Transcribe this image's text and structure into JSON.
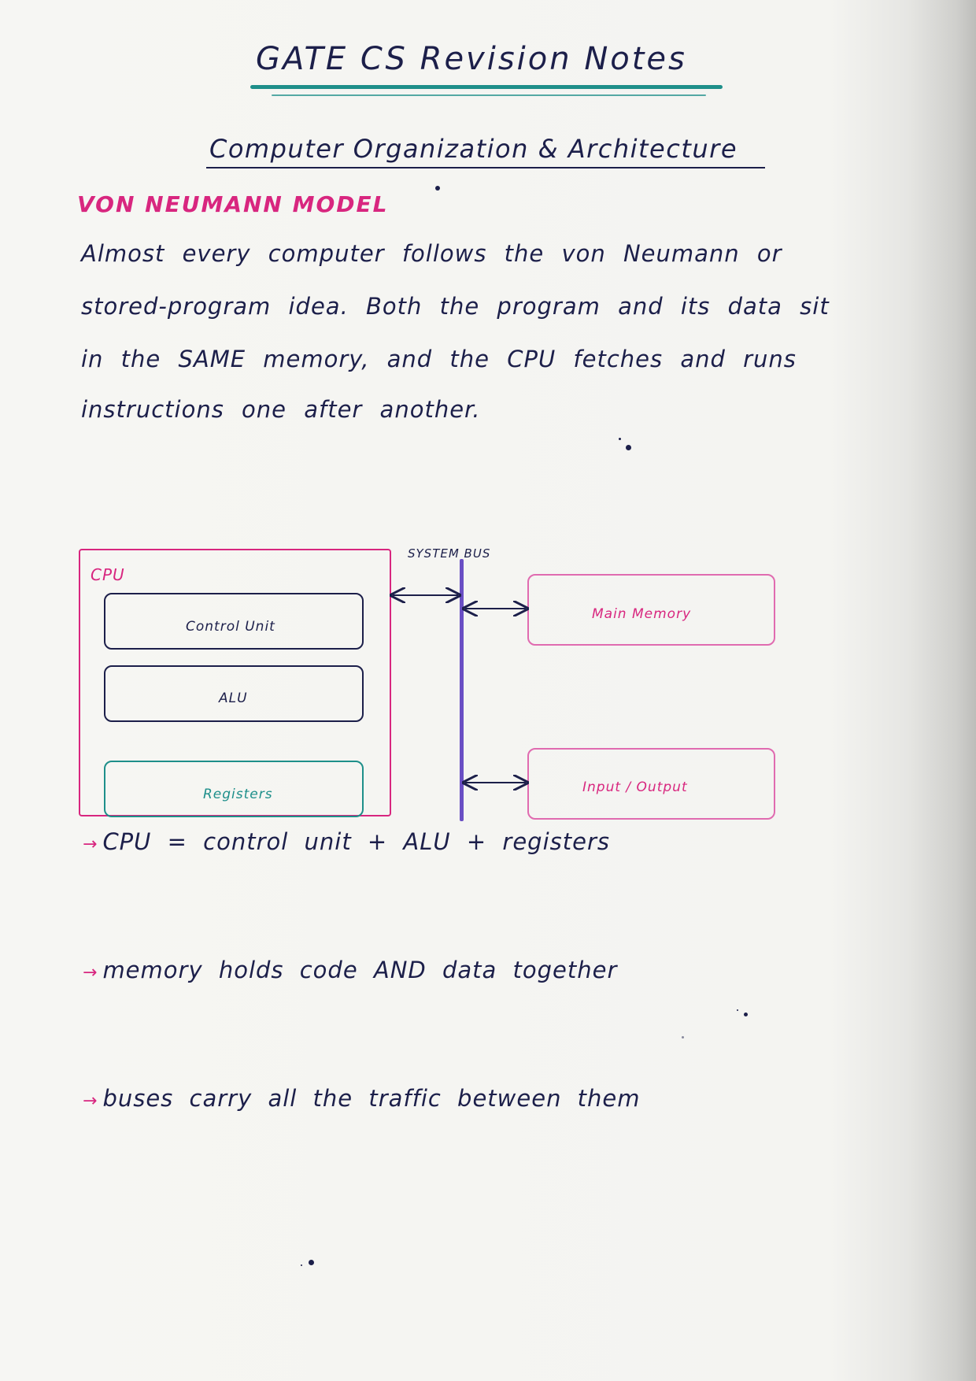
{
  "header": {
    "title": "GATE CS Revision Notes",
    "subtitle": "Computer Organization & Architecture"
  },
  "section": {
    "heading": "VON NEUMANN MODEL",
    "paragraph_lines": [
      "Almost every computer follows the von Neumann or",
      "stored-program idea. Both the program and its data sit",
      "in the SAME memory, and the CPU fetches and runs",
      "instructions one after another."
    ]
  },
  "diagram": {
    "cpu_label": "CPU",
    "control_unit": "Control Unit",
    "alu": "ALU",
    "registers": "Registers",
    "bus_label": "SYSTEM BUS",
    "main_memory": "Main Memory",
    "io": "Input / Output"
  },
  "notes": {
    "bullets": [
      "CPU = control unit + ALU + registers",
      "memory holds code AND data together",
      "buses carry all the traffic between them"
    ],
    "arrow": "→"
  },
  "colors": {
    "ink": "#1c1f4a",
    "heading_pink": "#d8267f",
    "teal": "#1e8f8a",
    "bus_purple": "#6a4fc4",
    "light_pink": "#e06bb0"
  }
}
